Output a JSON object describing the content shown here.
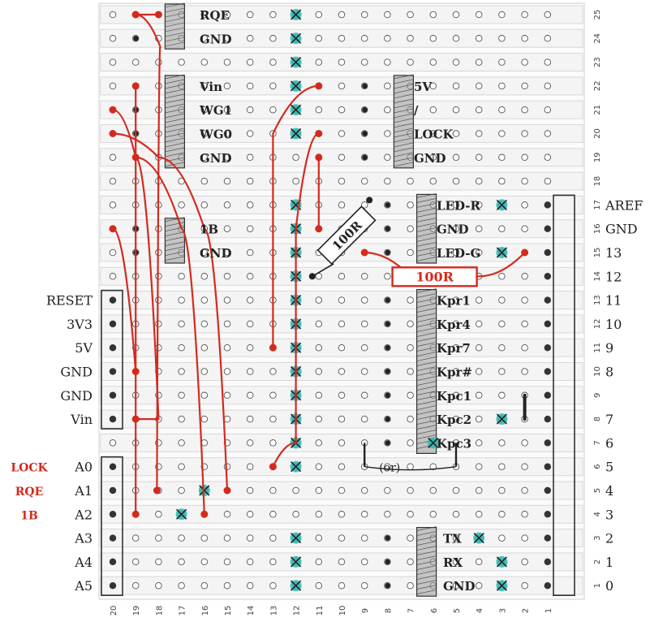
{
  "board": {
    "columns": [
      "20",
      "19",
      "18",
      "17",
      "16",
      "15",
      "14",
      "13",
      "12",
      "11",
      "10",
      "9",
      "8",
      "7",
      "6",
      "5",
      "4",
      "3",
      "2",
      "1"
    ],
    "rows": [
      "25",
      "24",
      "23",
      "22",
      "21",
      "20",
      "19",
      "18",
      "17",
      "16",
      "15",
      "14",
      "13",
      "12",
      "11",
      "10",
      "9",
      "8",
      "7",
      "6",
      "5",
      "4",
      "3",
      "2",
      "1"
    ],
    "cut_column": "12",
    "cut_rows_solid": [
      "24",
      "23",
      "21",
      "20",
      "17",
      "16",
      "15",
      "14",
      "13",
      "12",
      "11",
      "10",
      "9",
      "8",
      "7",
      "6",
      "3",
      "2",
      "1"
    ],
    "cut_rows_partial": [
      "25",
      "22"
    ]
  },
  "colors": {
    "wire": "#d42a1e",
    "cut": "#2ab7b2",
    "ink": "#222222",
    "grid_line": "#d8d8d8",
    "strip": "#f4f4f4",
    "label_red": "#d42a1e"
  },
  "right_labels": {
    "ANALOG_LEFT": {
      "text": "AREF",
      "row": "17"
    },
    "items": [
      {
        "text": "AREF",
        "row": "17"
      },
      {
        "text": "GND",
        "row": "16"
      },
      {
        "text": "13",
        "row": "15"
      },
      {
        "text": "12",
        "row": "14"
      },
      {
        "text": "11",
        "row": "13"
      },
      {
        "text": "10",
        "row": "12"
      },
      {
        "text": "9",
        "row": "11"
      },
      {
        "text": "8",
        "row": "10"
      },
      {
        "text": "7",
        "row": "8"
      },
      {
        "text": "6",
        "row": "7"
      },
      {
        "text": "5",
        "row": "6"
      },
      {
        "text": "4",
        "row": "5"
      },
      {
        "text": "3",
        "row": "4"
      },
      {
        "text": "2",
        "row": "3"
      },
      {
        "text": "1",
        "row": "2"
      },
      {
        "text": "0",
        "row": "1"
      }
    ]
  },
  "left_labels": [
    {
      "text": "RESET",
      "row": "13"
    },
    {
      "text": "3V3",
      "row": "12"
    },
    {
      "text": "5V",
      "row": "11"
    },
    {
      "text": "GND",
      "row": "10"
    },
    {
      "text": "GND",
      "row": "9"
    },
    {
      "text": "Vin",
      "row": "8"
    },
    {
      "text": "A0",
      "row": "6"
    },
    {
      "text": "A1",
      "row": "5"
    },
    {
      "text": "A2",
      "row": "4"
    },
    {
      "text": "A3",
      "row": "3"
    },
    {
      "text": "A4",
      "row": "2"
    },
    {
      "text": "A5",
      "row": "1"
    }
  ],
  "red_labels": [
    {
      "text": "LOCK",
      "row": "6"
    },
    {
      "text": "RQE",
      "row": "5"
    },
    {
      "text": "1B",
      "row": "4"
    }
  ],
  "connectors": [
    {
      "id": "rqe-conn",
      "pins": [
        {
          "text": "RQE",
          "row": "25"
        },
        {
          "text": "GND",
          "row": "24"
        }
      ]
    },
    {
      "id": "wiegand-conn",
      "pins": [
        {
          "text": "Vin",
          "row": "22"
        },
        {
          "text": "WG1",
          "row": "21"
        },
        {
          "text": "WG0",
          "row": "20"
        },
        {
          "text": "GND",
          "row": "19"
        }
      ]
    },
    {
      "id": "1b-conn",
      "pins": [
        {
          "text": "1B",
          "row": "16"
        },
        {
          "text": "GND",
          "row": "15"
        }
      ]
    },
    {
      "id": "lock-conn",
      "pins": [
        {
          "text": "5V",
          "row": "22"
        },
        {
          "text": "/",
          "row": "21"
        },
        {
          "text": "LOCK",
          "row": "20"
        },
        {
          "text": "GND",
          "row": "19"
        }
      ]
    },
    {
      "id": "led-conn",
      "pins": [
        {
          "text": "LED-R",
          "row": "17"
        },
        {
          "text": "GND",
          "row": "16"
        },
        {
          "text": "LED-G",
          "row": "15"
        }
      ]
    },
    {
      "id": "keypad-conn",
      "pins": [
        {
          "text": "Kpr1",
          "row": "13"
        },
        {
          "text": "Kpr4",
          "row": "12"
        },
        {
          "text": "Kpr7",
          "row": "11"
        },
        {
          "text": "Kpr#",
          "row": "10"
        },
        {
          "text": "Kpc1",
          "row": "9"
        },
        {
          "text": "Kpc2",
          "row": "8"
        },
        {
          "text": "Kpc3",
          "row": "7"
        }
      ]
    },
    {
      "id": "serial-conn",
      "pins": [
        {
          "text": "TX",
          "row": "3"
        },
        {
          "text": "RX",
          "row": "2"
        },
        {
          "text": "GND",
          "row": "1"
        }
      ]
    }
  ],
  "resistors": [
    {
      "id": "resistor-diag",
      "text": "100R"
    },
    {
      "id": "resistor-box",
      "text": "100R"
    }
  ],
  "annotations": {
    "or_note": "(or)"
  }
}
